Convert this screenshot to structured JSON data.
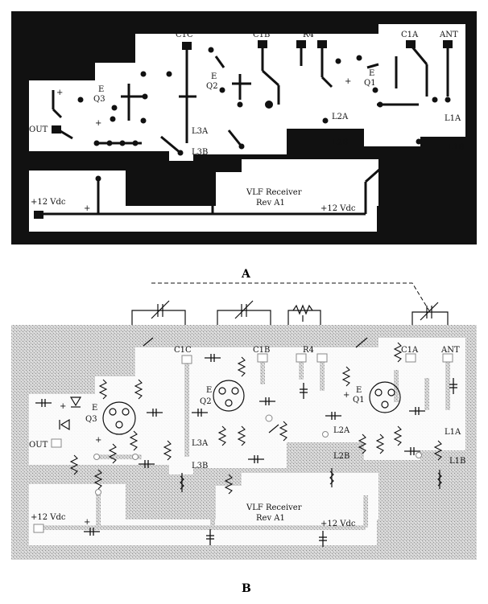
{
  "figure": {
    "panel_a_label": "A",
    "panel_b_label": "B"
  },
  "board": {
    "title_line1": "VLF Receiver",
    "title_line2": "Rev A1"
  },
  "labels": {
    "c1c": "C1C",
    "c1b": "C1B",
    "r4": "R4",
    "c1a": "C1A",
    "ant": "ANT",
    "q3": "Q3",
    "q2": "Q2",
    "q1": "Q1",
    "emitter": "E",
    "plus": "+",
    "out": "OUT",
    "l3a": "L3A",
    "l3b": "L3B",
    "l2a": "L2A",
    "l2b": "L2B",
    "l1a": "L1A",
    "l1b": "L1B",
    "supply": "+12 Vdc"
  },
  "colors": {
    "copper_dark": "#111111",
    "board_white": "#ffffff",
    "stipple_gray": "#c8c8c8"
  }
}
